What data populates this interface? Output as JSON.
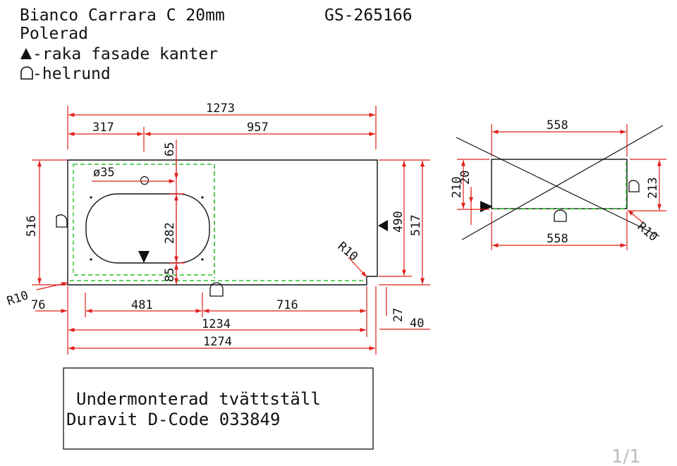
{
  "header": {
    "material": "Bianco Carrara C 20mm",
    "code": "GS-265166",
    "finish": "Polerad",
    "legend_straight": "-raka fasade kanter",
    "legend_round": "-helrund"
  },
  "main_view": {
    "total_width": "1273",
    "width_left": "317",
    "width_right": "957",
    "depth_left": "516",
    "depth_right": "517",
    "inner_depth": "490",
    "tap_hole": "ø35",
    "offset_top": "65",
    "bowl_depth": "282",
    "offset_bottom": "85",
    "radius_front_left": "R10",
    "radius_cutout": "R10",
    "bottom_76": "76",
    "bottom_481": "481",
    "bottom_716": "716",
    "bottom_27": "27",
    "bottom_40": "40",
    "bottom_1234": "1234",
    "bottom_1274": "1274"
  },
  "side_view": {
    "width_top": "558",
    "width_bottom": "558",
    "height_left": "210",
    "height_inner": "20",
    "height_right": "213",
    "radius": "R10"
  },
  "note": {
    "line1": "Undermonterad tvättställ",
    "line2": "Duravit D-Code 033849"
  },
  "page_indicator": "1/1",
  "colors": {
    "dimension": "#e0201c",
    "outline": "#111111",
    "dashed_edge": "#2fbf2f",
    "page_indicator": "#bdbdbd"
  }
}
